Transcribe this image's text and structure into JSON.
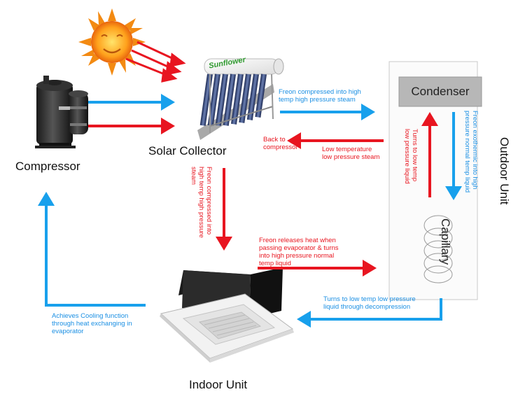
{
  "labels": {
    "compressor": "Compressor",
    "solar_collector": "Solar Collector",
    "indoor_unit": "Indoor  Unit",
    "outdoor_unit": "Outdoor  Unit",
    "condenser": "Condenser",
    "capillary": "Capillary",
    "brand": "Sunflower"
  },
  "notes": {
    "compressed_steam_1": "Freon compressed into high",
    "compressed_steam_2": "temp high pressure steam",
    "back_1": "Back to",
    "back_2": "compressor",
    "low_temp_1": "Low temperature",
    "low_temp_2": "low pressure steam",
    "exothermic_1": "Freon exothermic into high",
    "exothermic_2": "pressure normal  temp liquid",
    "turns_low_1": "Turns to low temp",
    "turns_low_2": "low pressure liquid",
    "down_1": "Freon compressed into",
    "down_2": "high temp high pressure",
    "down_3": "steam",
    "releases_1": "Freon releases heat when",
    "releases_2": "passing evaporator & turns",
    "releases_3": "into high pressure normal",
    "releases_4": "temp liquid",
    "decompress_1": "Turns to low temp low pressure",
    "decompress_2": "liquid through decompression",
    "achieves_1": "Achieves Cooling function",
    "achieves_2": "through heat exchanging in",
    "achieves_3": "evaporator"
  },
  "colors": {
    "blue_arrow": "#18a0ec",
    "red_arrow": "#e81520",
    "blue_text": "#1a8fe3",
    "red_text": "#e8151f"
  }
}
